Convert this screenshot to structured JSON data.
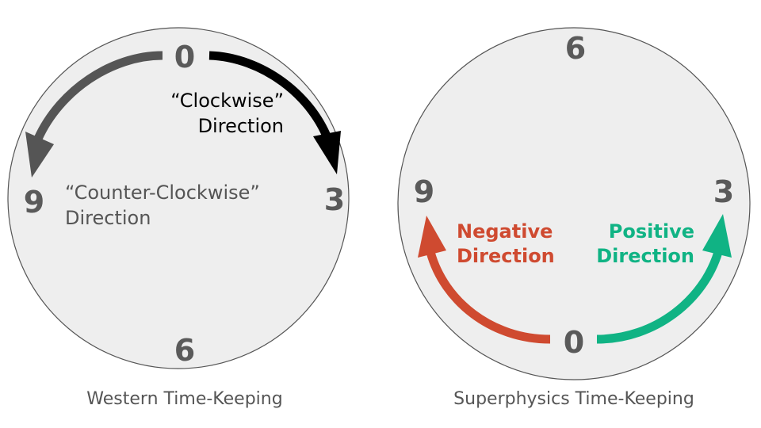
{
  "colors": {
    "face_fill": "#eeeeee",
    "face_stroke": "#555555",
    "numeral": "#5a5a5a",
    "clockwise_arrow": "#000000",
    "counter_clockwise_arrow": "#555555",
    "negative": "#cf4a30",
    "positive": "#10b384",
    "caption": "#555555"
  },
  "western": {
    "numbers": {
      "top": "0",
      "right": "3",
      "bottom": "6",
      "left": "9"
    },
    "clockwise_label": [
      "“Clockwise”",
      "Direction"
    ],
    "counter_label": [
      "“Counter-Clockwise”",
      "Direction"
    ],
    "caption": "Western Time-Keeping",
    "icons": [
      "clockwise-arrow-icon",
      "counter-clockwise-arrow-icon"
    ]
  },
  "superphysics": {
    "numbers": {
      "top": "6",
      "right": "3",
      "bottom": "0",
      "left": "9"
    },
    "negative_label": [
      "Negative",
      "Direction"
    ],
    "positive_label": [
      "Positive",
      "Direction"
    ],
    "caption": "Superphysics Time-Keeping",
    "icons": [
      "negative-direction-arrow-icon",
      "positive-direction-arrow-icon"
    ]
  }
}
